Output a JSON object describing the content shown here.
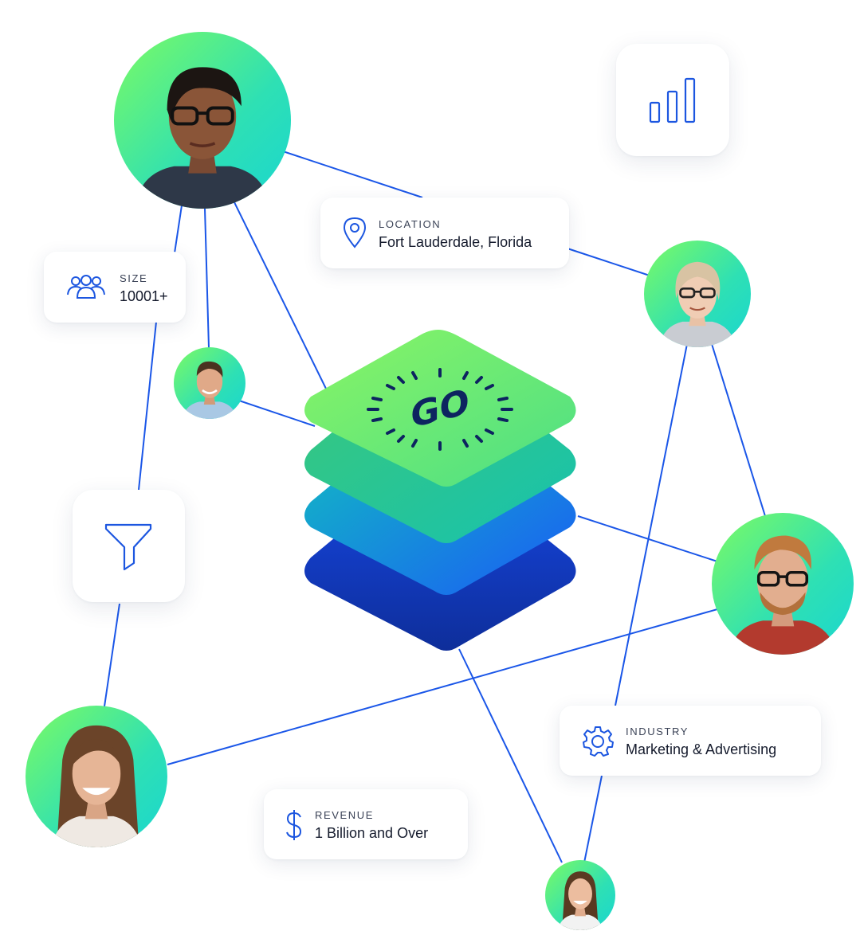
{
  "colors": {
    "line": "#1a56e8",
    "icon": "#1c56e0",
    "avatar_gradient": [
      "#7dfb62",
      "#1ad6d0"
    ],
    "layer_top": [
      "#8af564",
      "#4cde86"
    ],
    "layer_2": [
      "#3bc87a",
      "#17c2ae"
    ],
    "layer_3": [
      "#11c3be",
      "#1a5cf5"
    ],
    "layer_4": [
      "#1748e8",
      "#0e2e9a"
    ],
    "logo": "#0d2460"
  },
  "logo": {
    "text": "GO",
    "icon": "go-sunburst-logo"
  },
  "cards": {
    "size": {
      "label": "SIZE",
      "value": "10001+",
      "icon": "people-group-icon"
    },
    "location": {
      "label": "LOCATION",
      "value": "Fort Lauderdale, Florida",
      "icon": "map-pin-icon"
    },
    "industry": {
      "label": "INDUSTRY",
      "value": "Marketing & Advertising",
      "icon": "gear-icon"
    },
    "revenue": {
      "label": "REVENUE",
      "value": "1 Billion and Over",
      "icon": "dollar-icon"
    }
  },
  "icon_tiles": {
    "analytics": {
      "icon": "bar-chart-icon"
    },
    "filter": {
      "icon": "funnel-icon"
    }
  }
}
